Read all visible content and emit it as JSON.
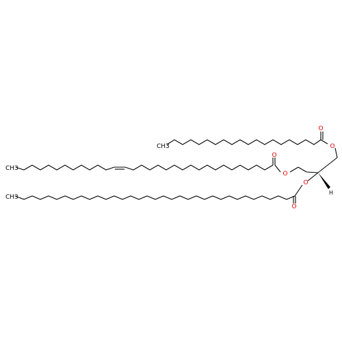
{
  "molecule": {
    "atoms": {
      "o_ester_top": "O",
      "o_carbonyl_top": "O",
      "o_ester_mid": "O",
      "o_carbonyl_mid": "O",
      "o_ester_low": "O",
      "o_carbonyl_low": "O",
      "h_stereo": "H"
    },
    "chain_ends": {
      "top": "CH3",
      "middle": "CH3",
      "bottom": "CH3"
    }
  },
  "colors": {
    "bond": "#000000",
    "oxygen": "#e00000",
    "background": "#ffffff"
  }
}
